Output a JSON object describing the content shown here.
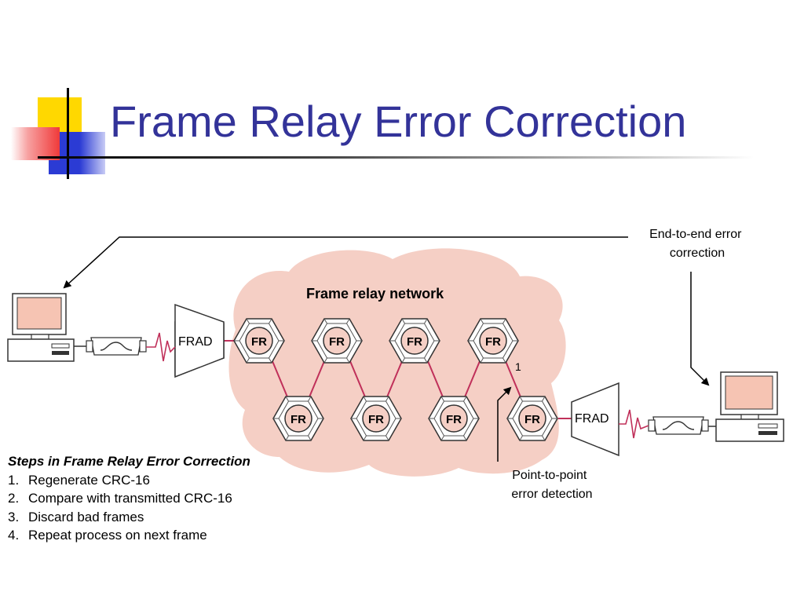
{
  "slide": {
    "title": "Frame Relay Error Correction"
  },
  "diagram": {
    "cloud_label": "Frame relay network",
    "node_label": "FR",
    "frad_label": "FRAD",
    "marker": "1",
    "callouts": {
      "end_to_end": [
        "End-to-end error",
        "correction"
      ],
      "point_to_point": [
        "Point-to-point",
        "error detection"
      ]
    }
  },
  "steps": {
    "heading": "Steps in Frame Relay Error Correction",
    "items": [
      {
        "num": "1.",
        "text": "Regenerate CRC-16"
      },
      {
        "num": "2.",
        "text": "Compare with transmitted CRC-16"
      },
      {
        "num": "3.",
        "text": "Discard bad frames"
      },
      {
        "num": "4.",
        "text": "Repeat process on next frame"
      }
    ]
  },
  "colors": {
    "title": "#333399",
    "cloud": "#f5cfc5",
    "link": "#c0305a",
    "screen": "#f6c4b3",
    "deco_yellow": "#ffd800",
    "deco_blue": "#2b3bd4",
    "deco_red": "#f03a3a"
  },
  "icons": [
    "monitor-icon",
    "modem-icon",
    "router-icon"
  ]
}
